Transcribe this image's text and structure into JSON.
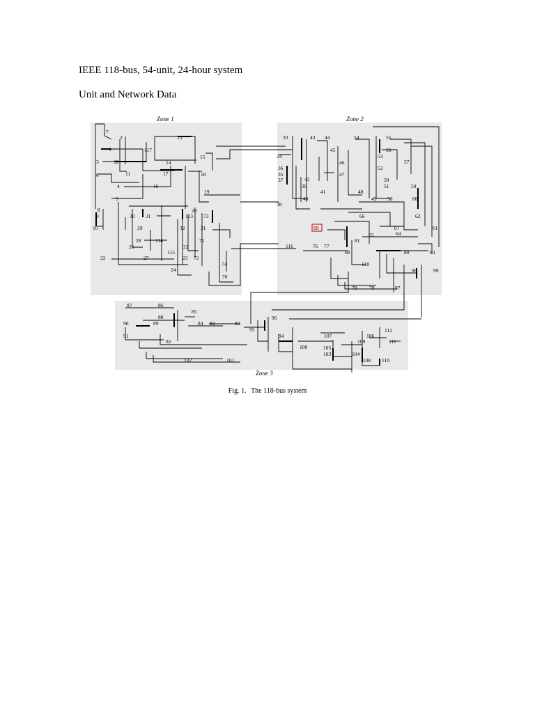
{
  "document": {
    "title": "IEEE 118-bus, 54-unit, 24-hour system",
    "section": "Unit and Network Data"
  },
  "figure": {
    "caption_number": "Fig. 1.",
    "caption_text": "The 118-bus system",
    "zones": [
      "Zone 1",
      "Zone 2",
      "Zone 3"
    ],
    "bus_labels": [
      "7",
      "2",
      "1",
      "117",
      "13",
      "12",
      "3",
      "11",
      "14",
      "15",
      "6",
      "4",
      "17",
      "18",
      "16",
      "5",
      "19",
      "8",
      "9",
      "30",
      "31",
      "113",
      "20",
      "73",
      "10",
      "29",
      "32",
      "21",
      "26",
      "28",
      "114",
      "71",
      "115",
      "22",
      "23",
      "72",
      "22",
      "27",
      "74",
      "24",
      "70",
      "33",
      "43",
      "44",
      "54",
      "55",
      "56",
      "45",
      "34",
      "53",
      "36",
      "46",
      "52",
      "57",
      "35",
      "37",
      "42",
      "47",
      "39",
      "58",
      "51",
      "41",
      "59",
      "40",
      "38",
      "48",
      "49",
      "50",
      "60",
      "66",
      "62",
      "69",
      "65",
      "67",
      "61",
      "64",
      "81",
      "118",
      "76",
      "77",
      "68",
      "80",
      "63",
      "116",
      "98",
      "99",
      "78",
      "79",
      "97",
      "87",
      "86",
      "85",
      "88",
      "90",
      "89",
      "84",
      "83",
      "82",
      "96",
      "95",
      "91",
      "92",
      "94",
      "112",
      "107",
      "106",
      "100",
      "110",
      "105",
      "109",
      "111",
      "103",
      "104",
      "108",
      "102",
      "101"
    ],
    "highlight_color": "#cc0000",
    "zone_fill": "#e8e8e8"
  }
}
